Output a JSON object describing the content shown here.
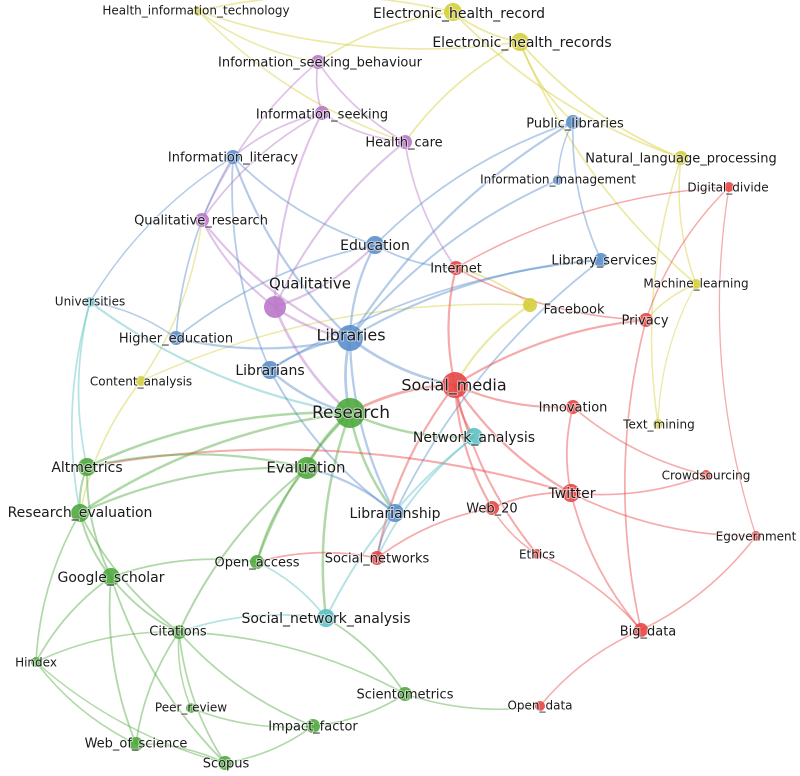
{
  "clusters": {
    "yellow": "#d4cf3a",
    "purple": "#b978c9",
    "blue": "#5b8fcc",
    "red": "#e84545",
    "green": "#4fa83d",
    "cyan": "#5cc0c4"
  },
  "nodes": [
    {
      "id": "Health_information_technology",
      "label": "Health_information_technology",
      "cluster": "yellow",
      "weight": 1
    },
    {
      "id": "Electronic_health_record",
      "label": "Electronic_health_record",
      "cluster": "yellow",
      "weight": 3
    },
    {
      "id": "Electronic_health_records",
      "label": "Electronic_health_records",
      "cluster": "yellow",
      "weight": 3
    },
    {
      "id": "Information_seeking_behaviour",
      "label": "Information_seeking_behaviour",
      "cluster": "purple",
      "weight": 2
    },
    {
      "id": "Information_seeking",
      "label": "Information_seeking",
      "cluster": "purple",
      "weight": 2
    },
    {
      "id": "Health_care",
      "label": "Health_care",
      "cluster": "purple",
      "weight": 2
    },
    {
      "id": "Public_libraries",
      "label": "Public_libraries",
      "cluster": "blue",
      "weight": 2
    },
    {
      "id": "Information_literacy",
      "label": "Information_literacy",
      "cluster": "blue",
      "weight": 2
    },
    {
      "id": "Natural_language_processing",
      "label": "Natural_language_processing",
      "cluster": "yellow",
      "weight": 2
    },
    {
      "id": "Information_management",
      "label": "Information_management",
      "cluster": "blue",
      "weight": 1
    },
    {
      "id": "Digital_divide",
      "label": "Digital_divide",
      "cluster": "red",
      "weight": 1
    },
    {
      "id": "Qualitative_research",
      "label": "Qualitative_research",
      "cluster": "purple",
      "weight": 2
    },
    {
      "id": "Education",
      "label": "Education",
      "cluster": "blue",
      "weight": 3
    },
    {
      "id": "Internet",
      "label": "Internet",
      "cluster": "red",
      "weight": 2
    },
    {
      "id": "Library_services",
      "label": "Library_services",
      "cluster": "blue",
      "weight": 2
    },
    {
      "id": "Machine_learning",
      "label": "Machine_learning",
      "cluster": "yellow",
      "weight": 1
    },
    {
      "id": "Universities",
      "label": "Universities",
      "cluster": "cyan",
      "weight": 1
    },
    {
      "id": "Qualitative",
      "label": "Qualitative",
      "cluster": "purple",
      "weight": 4
    },
    {
      "id": "Facebook",
      "label": "Facebook",
      "cluster": "yellow",
      "weight": 2
    },
    {
      "id": "Privacy",
      "label": "Privacy",
      "cluster": "red",
      "weight": 2
    },
    {
      "id": "Higher_education",
      "label": "Higher_education",
      "cluster": "blue",
      "weight": 2
    },
    {
      "id": "Libraries",
      "label": "Libraries",
      "cluster": "blue",
      "weight": 5
    },
    {
      "id": "Content_analysis",
      "label": "Content_analysis",
      "cluster": "yellow",
      "weight": 1
    },
    {
      "id": "Librarians",
      "label": "Librarians",
      "cluster": "blue",
      "weight": 3
    },
    {
      "id": "Social_media",
      "label": "Social_media",
      "cluster": "red",
      "weight": 5
    },
    {
      "id": "Research",
      "label": "Research",
      "cluster": "green",
      "weight": 6
    },
    {
      "id": "Innovation",
      "label": "Innovation",
      "cluster": "red",
      "weight": 2
    },
    {
      "id": "Text_mining",
      "label": "Text_mining",
      "cluster": "yellow",
      "weight": 1
    },
    {
      "id": "Network_analysis",
      "label": "Network_analysis",
      "cluster": "cyan",
      "weight": 3
    },
    {
      "id": "Altmetrics",
      "label": "Altmetrics",
      "cluster": "green",
      "weight": 3
    },
    {
      "id": "Evaluation",
      "label": "Evaluation",
      "cluster": "green",
      "weight": 4
    },
    {
      "id": "Crowdsourcing",
      "label": "Crowdsourcing",
      "cluster": "red",
      "weight": 1
    },
    {
      "id": "Twitter",
      "label": "Twitter",
      "cluster": "red",
      "weight": 3
    },
    {
      "id": "Research_evaluation",
      "label": "Research_evaluation",
      "cluster": "green",
      "weight": 3
    },
    {
      "id": "Librarianship",
      "label": "Librarianship",
      "cluster": "blue",
      "weight": 3
    },
    {
      "id": "Web_20",
      "label": "Web_20",
      "cluster": "red",
      "weight": 2
    },
    {
      "id": "Egovernment",
      "label": "Egovernment",
      "cluster": "red",
      "weight": 1
    },
    {
      "id": "Ethics",
      "label": "Ethics",
      "cluster": "red",
      "weight": 1
    },
    {
      "id": "Open_access",
      "label": "Open_access",
      "cluster": "green",
      "weight": 2
    },
    {
      "id": "Social_networks",
      "label": "Social_networks",
      "cluster": "red",
      "weight": 2
    },
    {
      "id": "Google_scholar",
      "label": "Google_scholar",
      "cluster": "green",
      "weight": 3
    },
    {
      "id": "Social_network_analysis",
      "label": "Social_network_analysis",
      "cluster": "cyan",
      "weight": 3
    },
    {
      "id": "Citations",
      "label": "Citations",
      "cluster": "green",
      "weight": 2
    },
    {
      "id": "Big_data",
      "label": "Big_data",
      "cluster": "red",
      "weight": 2
    },
    {
      "id": "Hindex",
      "label": "Hindex",
      "cluster": "green",
      "weight": 1
    },
    {
      "id": "Scientometrics",
      "label": "Scientometrics",
      "cluster": "green",
      "weight": 2
    },
    {
      "id": "Peer_review",
      "label": "Peer_review",
      "cluster": "green",
      "weight": 1
    },
    {
      "id": "Open_data",
      "label": "Open_data",
      "cluster": "red",
      "weight": 1
    },
    {
      "id": "Impact_factor",
      "label": "Impact_factor",
      "cluster": "green",
      "weight": 2
    },
    {
      "id": "Web_of_science",
      "label": "Web_of_science",
      "cluster": "green",
      "weight": 2
    },
    {
      "id": "Scopus",
      "label": "Scopus",
      "cluster": "green",
      "weight": 2
    }
  ],
  "edges": [
    [
      "Electronic_health_record",
      "Electronic_health_records"
    ],
    [
      "Electronic_health_record",
      "Health_information_technology"
    ],
    [
      "Electronic_health_record",
      "Information_seeking_behaviour"
    ],
    [
      "Electronic_health_record",
      "Natural_language_processing"
    ],
    [
      "Electronic_health_records",
      "Natural_language_processing"
    ],
    [
      "Electronic_health_records",
      "Machine_learning"
    ],
    [
      "Electronic_health_records",
      "Health_care"
    ],
    [
      "Electronic_health_records",
      "Public_libraries"
    ],
    [
      "Health_information_technology",
      "Information_seeking_behaviour"
    ],
    [
      "Health_information_technology",
      "Health_care"
    ],
    [
      "Health_information_technology",
      "Electronic_health_records"
    ],
    [
      "Natural_language_processing",
      "Machine_learning"
    ],
    [
      "Natural_language_processing",
      "Text_mining"
    ],
    [
      "Machine_learning",
      "Text_mining"
    ],
    [
      "Machine_learning",
      "Privacy"
    ],
    [
      "Facebook",
      "Internet"
    ],
    [
      "Facebook",
      "Social_media"
    ],
    [
      "Facebook",
      "Content_analysis"
    ],
    [
      "Content_analysis",
      "Qualitative_research"
    ],
    [
      "Content_analysis",
      "Research_evaluation"
    ],
    [
      "Information_seeking_behaviour",
      "Information_seeking"
    ],
    [
      "Information_seeking_behaviour",
      "Health_care"
    ],
    [
      "Information_seeking_behaviour",
      "Qualitative_research"
    ],
    [
      "Information_seeking",
      "Qualitative_research"
    ],
    [
      "Information_seeking",
      "Qualitative"
    ],
    [
      "Information_seeking",
      "Health_care"
    ],
    [
      "Information_seeking",
      "Information_literacy"
    ],
    [
      "Health_care",
      "Qualitative"
    ],
    [
      "Health_care",
      "Internet"
    ],
    [
      "Qualitative_research",
      "Qualitative"
    ],
    [
      "Qualitative_research",
      "Libraries"
    ],
    [
      "Qualitative",
      "Libraries"
    ],
    [
      "Qualitative",
      "Research"
    ],
    [
      "Qualitative",
      "Education"
    ],
    [
      "Information_literacy",
      "Higher_education"
    ],
    [
      "Information_literacy",
      "Libraries"
    ],
    [
      "Information_literacy",
      "Universities"
    ],
    [
      "Information_literacy",
      "Education"
    ],
    [
      "Information_literacy",
      "Librarians"
    ],
    [
      "Public_libraries",
      "Library_services"
    ],
    [
      "Public_libraries",
      "Libraries"
    ],
    [
      "Public_libraries",
      "Education"
    ],
    [
      "Public_libraries",
      "Information_management"
    ],
    [
      "Information_management",
      "Libraries"
    ],
    [
      "Education",
      "Libraries"
    ],
    [
      "Education",
      "Higher_education"
    ],
    [
      "Education",
      "Internet"
    ],
    [
      "Library_services",
      "Libraries"
    ],
    [
      "Library_services",
      "Librarians"
    ],
    [
      "Library_services",
      "Librarianship"
    ],
    [
      "Higher_education",
      "Libraries"
    ],
    [
      "Higher_education",
      "Universities"
    ],
    [
      "Universities",
      "Research"
    ],
    [
      "Universities",
      "Altmetrics"
    ],
    [
      "Universities",
      "Research_evaluation"
    ],
    [
      "Libraries",
      "Librarians"
    ],
    [
      "Libraries",
      "Research"
    ],
    [
      "Libraries",
      "Social_media"
    ],
    [
      "Libraries",
      "Librarianship"
    ],
    [
      "Librarians",
      "Librarianship"
    ],
    [
      "Librarians",
      "Research"
    ],
    [
      "Internet",
      "Social_media"
    ],
    [
      "Internet",
      "Privacy"
    ],
    [
      "Digital_divide",
      "Privacy"
    ],
    [
      "Digital_divide",
      "Internet"
    ],
    [
      "Digital_divide",
      "Egovernment"
    ],
    [
      "Privacy",
      "Social_media"
    ],
    [
      "Privacy",
      "Big_data"
    ],
    [
      "Social_media",
      "Research"
    ],
    [
      "Social_media",
      "Twitter"
    ],
    [
      "Social_media",
      "Network_analysis"
    ],
    [
      "Social_media",
      "Innovation"
    ],
    [
      "Social_media",
      "Web_20"
    ],
    [
      "Social_media",
      "Social_networks"
    ],
    [
      "Social_media",
      "Ethics"
    ],
    [
      "Research",
      "Evaluation"
    ],
    [
      "Research",
      "Network_analysis"
    ],
    [
      "Research",
      "Altmetrics"
    ],
    [
      "Research",
      "Research_evaluation"
    ],
    [
      "Research",
      "Librarianship"
    ],
    [
      "Research",
      "Open_access"
    ],
    [
      "Research",
      "Social_network_analysis"
    ],
    [
      "Innovation",
      "Twitter"
    ],
    [
      "Innovation",
      "Crowdsourcing"
    ],
    [
      "Twitter",
      "Crowdsourcing"
    ],
    [
      "Twitter",
      "Web_20"
    ],
    [
      "Twitter",
      "Big_data"
    ],
    [
      "Twitter",
      "Egovernment"
    ],
    [
      "Twitter",
      "Altmetrics"
    ],
    [
      "Network_analysis",
      "Social_network_analysis"
    ],
    [
      "Network_analysis",
      "Social_networks"
    ],
    [
      "Web_20",
      "Social_networks"
    ],
    [
      "Web_20",
      "Ethics"
    ],
    [
      "Big_data",
      "Open_data"
    ],
    [
      "Big_data",
      "Ethics"
    ],
    [
      "Big_data",
      "Egovernment"
    ],
    [
      "Evaluation",
      "Research_evaluation"
    ],
    [
      "Evaluation",
      "Altmetrics"
    ],
    [
      "Evaluation",
      "Citations"
    ],
    [
      "Evaluation",
      "Open_access"
    ],
    [
      "Altmetrics",
      "Research_evaluation"
    ],
    [
      "Altmetrics",
      "Google_scholar"
    ],
    [
      "Research_evaluation",
      "Google_scholar"
    ],
    [
      "Research_evaluation",
      "Citations"
    ],
    [
      "Research_evaluation",
      "Hindex"
    ],
    [
      "Google_scholar",
      "Citations"
    ],
    [
      "Google_scholar",
      "Web_of_science"
    ],
    [
      "Google_scholar",
      "Scopus"
    ],
    [
      "Google_scholar",
      "Hindex"
    ],
    [
      "Citations",
      "Scopus"
    ],
    [
      "Citations",
      "Web_of_science"
    ],
    [
      "Citations",
      "Impact_factor"
    ],
    [
      "Citations",
      "Peer_review"
    ],
    [
      "Citations",
      "Hindex"
    ],
    [
      "Hindex",
      "Web_of_science"
    ],
    [
      "Hindex",
      "Scopus"
    ],
    [
      "Scopus",
      "Web_of_science"
    ],
    [
      "Scopus",
      "Impact_factor"
    ],
    [
      "Impact_factor",
      "Scientometrics"
    ],
    [
      "Peer_review",
      "Impact_factor"
    ],
    [
      "Scientometrics",
      "Social_network_analysis"
    ],
    [
      "Scientometrics",
      "Open_data"
    ],
    [
      "Scientometrics",
      "Citations"
    ],
    [
      "Social_network_analysis",
      "Open_access"
    ],
    [
      "Social_network_analysis",
      "Citations"
    ],
    [
      "Open_access",
      "Google_scholar"
    ],
    [
      "Social_networks",
      "Open_access"
    ],
    [
      "Librarianship",
      "Social_networks"
    ],
    [
      "Librarianship",
      "Evaluation"
    ]
  ]
}
